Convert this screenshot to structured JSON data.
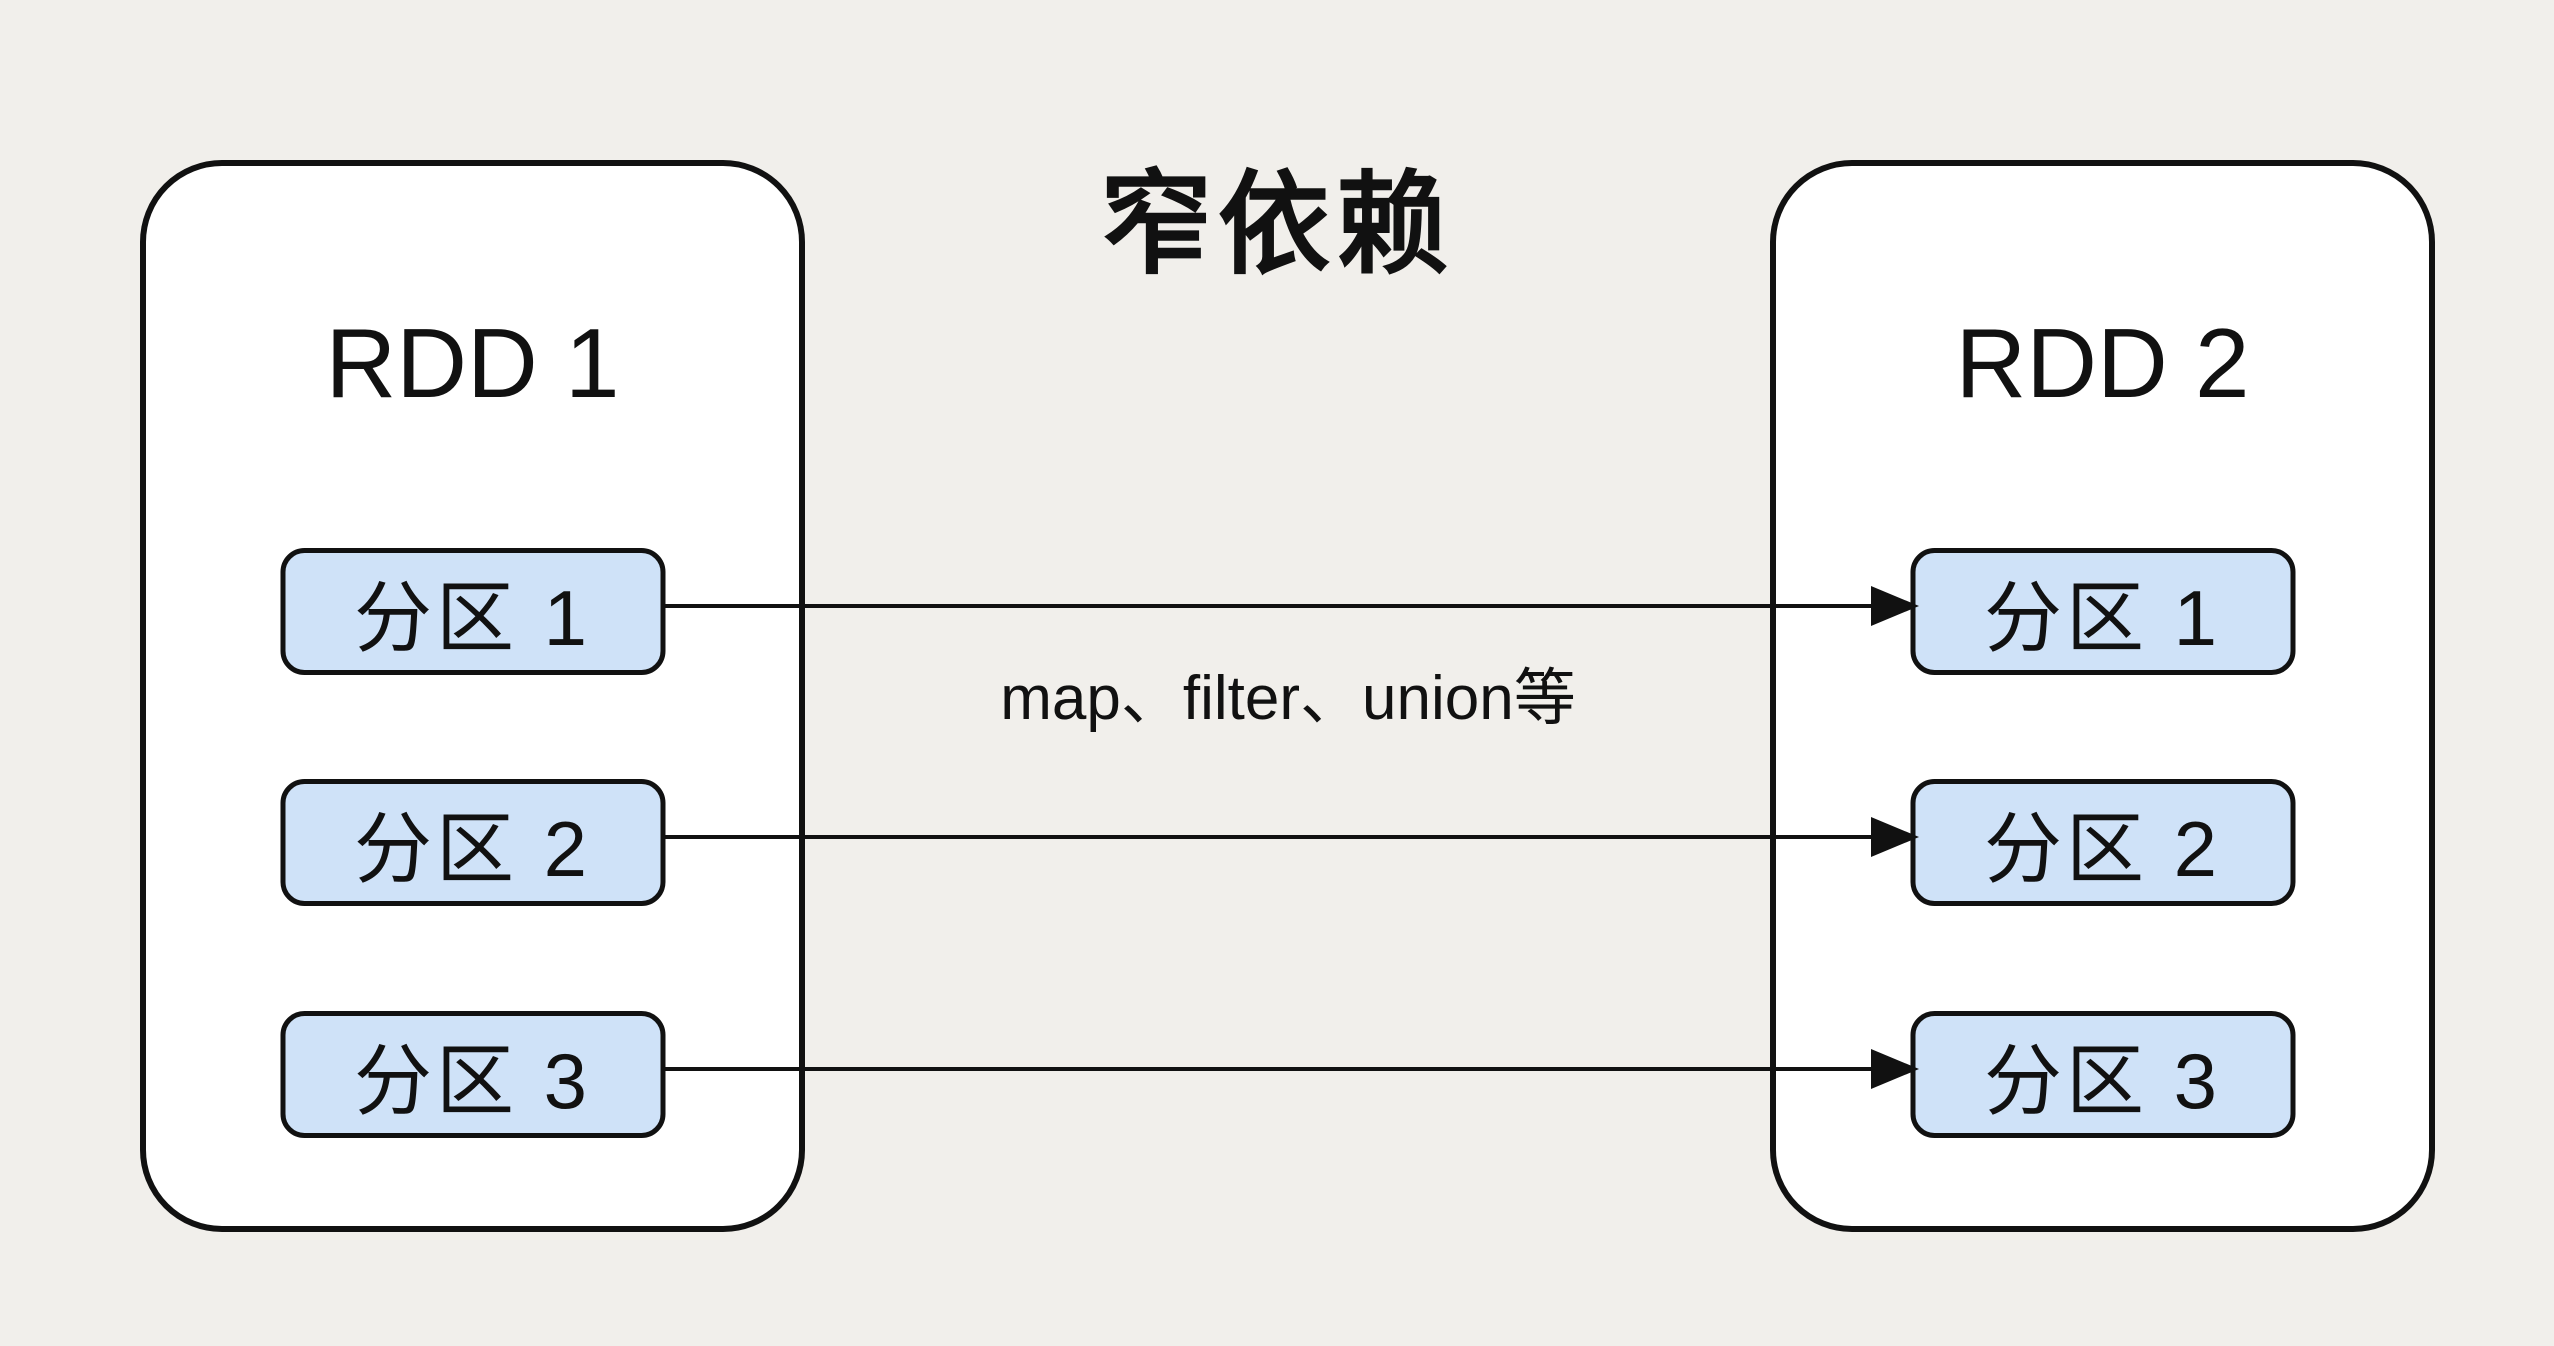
{
  "title": "窄依赖",
  "operations_label": "map、filter、union等",
  "rdd1": {
    "label": "RDD 1",
    "partitions": [
      "分区 1",
      "分区 2",
      "分区 3"
    ]
  },
  "rdd2": {
    "label": "RDD 2",
    "partitions": [
      "分区 1",
      "分区 2",
      "分区 3"
    ]
  },
  "arrows": [
    {
      "from": "RDD 1 / 分区 1",
      "to": "RDD 2 / 分区 1"
    },
    {
      "from": "RDD 1 / 分区 2",
      "to": "RDD 2 / 分区 2"
    },
    {
      "from": "RDD 1 / 分区 3",
      "to": "RDD 2 / 分区 3"
    }
  ],
  "colors": {
    "background": "#f1efeb",
    "rdd_fill": "#ffffff",
    "partition_fill": "#cfe2f8",
    "stroke": "#111111"
  }
}
